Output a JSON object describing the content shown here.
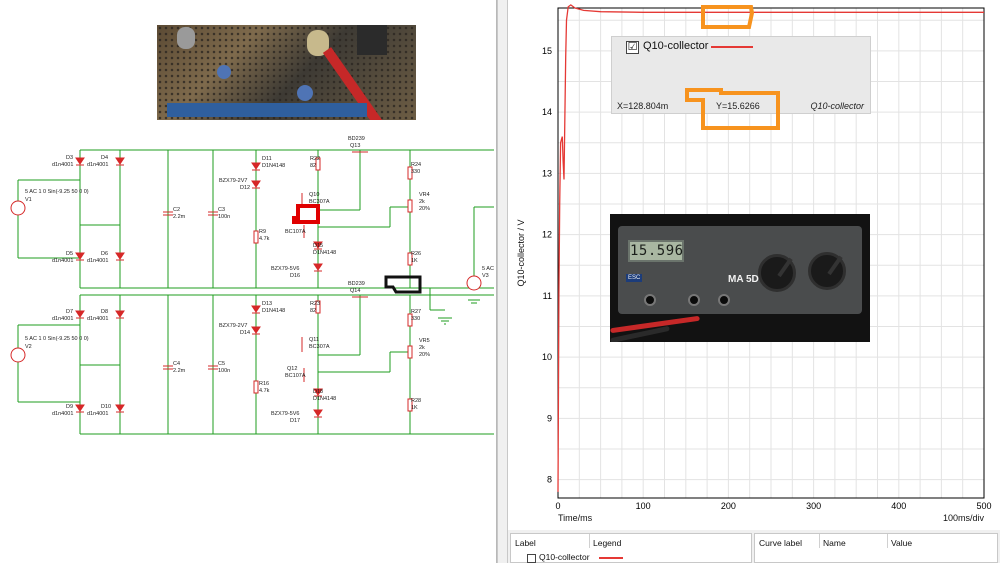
{
  "schematic": {
    "top": {
      "source": {
        "label": "5 AC 1 0 Sin(-9.25 50 0 0)",
        "ref": "V1"
      },
      "diodes": [
        {
          "ref": "D3",
          "type": "d1n4001"
        },
        {
          "ref": "D4",
          "type": "d1n4001"
        },
        {
          "ref": "D5",
          "type": "d1n4001"
        },
        {
          "ref": "D6",
          "type": "d1n4001"
        }
      ],
      "c2": {
        "ref": "C2",
        "value": "2.2m"
      },
      "c3": {
        "ref": "C3",
        "value": "100n"
      },
      "d11": {
        "ref": "D11",
        "type": "D1N4148"
      },
      "d12": {
        "ref": "D12",
        "type": "BZX79-2V7"
      },
      "r22": {
        "ref": "R22",
        "value": "82"
      },
      "q13": {
        "ref": "Q13",
        "type": "BD239"
      },
      "r24": {
        "ref": "R24",
        "value": "330"
      },
      "q10": {
        "ref": "Q10",
        "type": "BC307A"
      },
      "q_lower_type": "BC107A",
      "r9": {
        "ref": "R9",
        "value": "4.7k"
      },
      "d15": {
        "ref": "D15",
        "type": "D1N4148"
      },
      "d16": {
        "ref": "D16",
        "type": "BZX79-5V6"
      },
      "vr4": {
        "ref": "VR4",
        "value": "2k",
        "pct": "20%"
      },
      "r26": {
        "ref": "R26",
        "value": "1K"
      },
      "v3": {
        "label": "5 AC",
        "ref": "V3"
      }
    },
    "bottom": {
      "source": {
        "label": "5 AC 1 0 Sin(-9.25 50 0 0)",
        "ref": "V2"
      },
      "diodes": [
        {
          "ref": "D7",
          "type": "d1n4001"
        },
        {
          "ref": "D8",
          "type": "d1n4001"
        },
        {
          "ref": "D9",
          "type": "d1n4001"
        },
        {
          "ref": "D10",
          "type": "d1n4001"
        }
      ],
      "c4": {
        "ref": "C4",
        "value": "2.2m"
      },
      "c5": {
        "ref": "C5",
        "value": "100n"
      },
      "d13": {
        "ref": "D13",
        "type": "D1N4148"
      },
      "d14": {
        "ref": "D14",
        "type": "BZX79-2V7"
      },
      "r23": {
        "ref": "R23",
        "value": "82"
      },
      "q14": {
        "ref": "Q14",
        "type": "BD239"
      },
      "r27": {
        "ref": "R27",
        "value": "330"
      },
      "q11": {
        "ref": "Q11",
        "type": "BC307A"
      },
      "q12": {
        "ref": "Q12",
        "type": "BC107A"
      },
      "r16": {
        "ref": "R16",
        "value": "4.7k"
      },
      "d18": {
        "ref": "D18",
        "type": "D1N4148"
      },
      "d17": {
        "ref": "D17",
        "type": "BZX79-5V6"
      },
      "vr5": {
        "ref": "VR5",
        "value": "2k",
        "pct": "20%"
      },
      "r28": {
        "ref": "R28",
        "value": "1K"
      }
    }
  },
  "legend_overlay": {
    "checked": "☑",
    "label": "Q10-collector",
    "x_readout": "X=128.804m",
    "y_readout": "Y=15.6266",
    "curve_name": "Q10-collector"
  },
  "multimeter": {
    "display": "15.596",
    "model": "MA 5D",
    "brand": "ESC"
  },
  "chart_data": {
    "type": "line",
    "title": "",
    "xlabel": "Time/ms",
    "ylabel": "Q10-collector / V",
    "x_div_label": "100ms/div",
    "xlim": [
      0,
      500
    ],
    "ylim": [
      7.7,
      15.7
    ],
    "x_ticks": [
      0,
      100,
      200,
      300,
      400,
      500
    ],
    "y_ticks": [
      8,
      9,
      10,
      11,
      12,
      13,
      14,
      15
    ],
    "grid": true,
    "series": [
      {
        "name": "Q10-collector",
        "color": "#e53935",
        "x": [
          0,
          1,
          2,
          3,
          5,
          6,
          7,
          9,
          10,
          12,
          15,
          20,
          30,
          50,
          100,
          200,
          300,
          400,
          500
        ],
        "y": [
          7.8,
          11.0,
          12.5,
          13.5,
          13.6,
          13.2,
          12.9,
          14.9,
          15.5,
          15.72,
          15.75,
          15.7,
          15.66,
          15.64,
          15.63,
          15.63,
          15.63,
          15.63,
          15.63
        ]
      }
    ]
  },
  "bottom_panel": {
    "legend_table": {
      "col_label": "Label",
      "col_legend": "Legend",
      "row_label": "Q10-collector"
    },
    "curve_table": {
      "col_curve_label": "Curve label",
      "col_name": "Name",
      "col_value": "Value"
    }
  }
}
